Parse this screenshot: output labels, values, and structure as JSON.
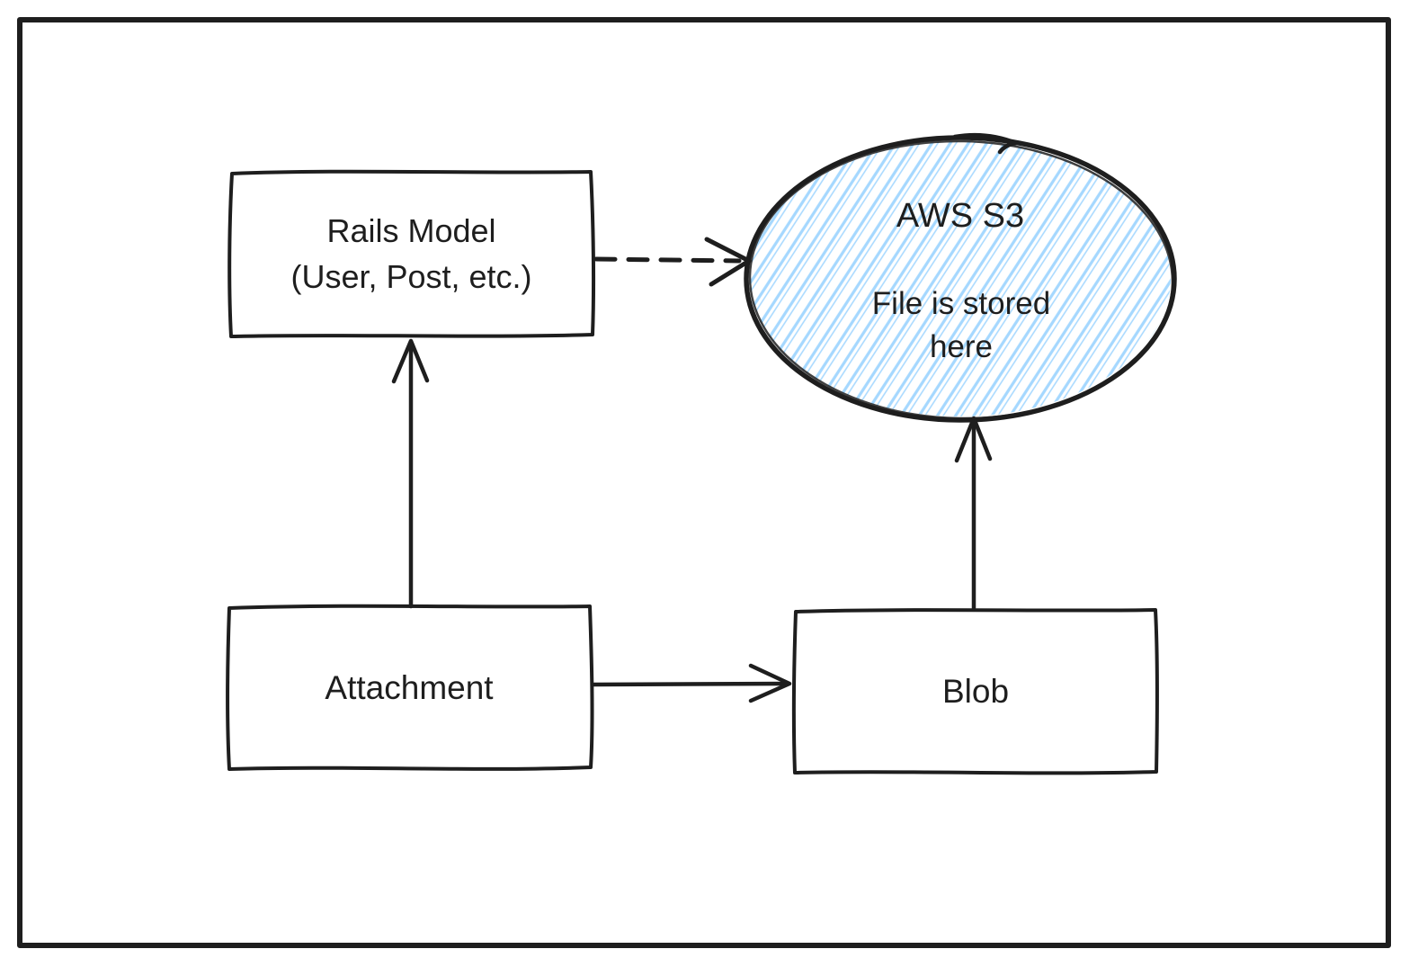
{
  "diagram": {
    "nodes": {
      "rails_model": {
        "shape": "rectangle",
        "line1": "Rails Model",
        "line2": "(User, Post, etc.)"
      },
      "aws_s3": {
        "shape": "ellipse",
        "fill_style": "hachure",
        "title": "AWS S3",
        "note": "File is stored here"
      },
      "attachment": {
        "shape": "rectangle",
        "label": "Attachment"
      },
      "blob": {
        "shape": "rectangle",
        "label": "Blob"
      }
    },
    "edges": [
      {
        "from": "attachment",
        "to": "rails_model",
        "style": "solid",
        "direction": "up"
      },
      {
        "from": "attachment",
        "to": "blob",
        "style": "solid",
        "direction": "right"
      },
      {
        "from": "blob",
        "to": "aws_s3",
        "style": "solid",
        "direction": "up"
      },
      {
        "from": "rails_model",
        "to": "aws_s3",
        "style": "dashed",
        "direction": "right"
      }
    ]
  },
  "colors": {
    "stroke": "#1e1e1e",
    "hatch_fill": "#a5d8ff",
    "background": "#ffffff",
    "text": "#1e1e1e"
  }
}
